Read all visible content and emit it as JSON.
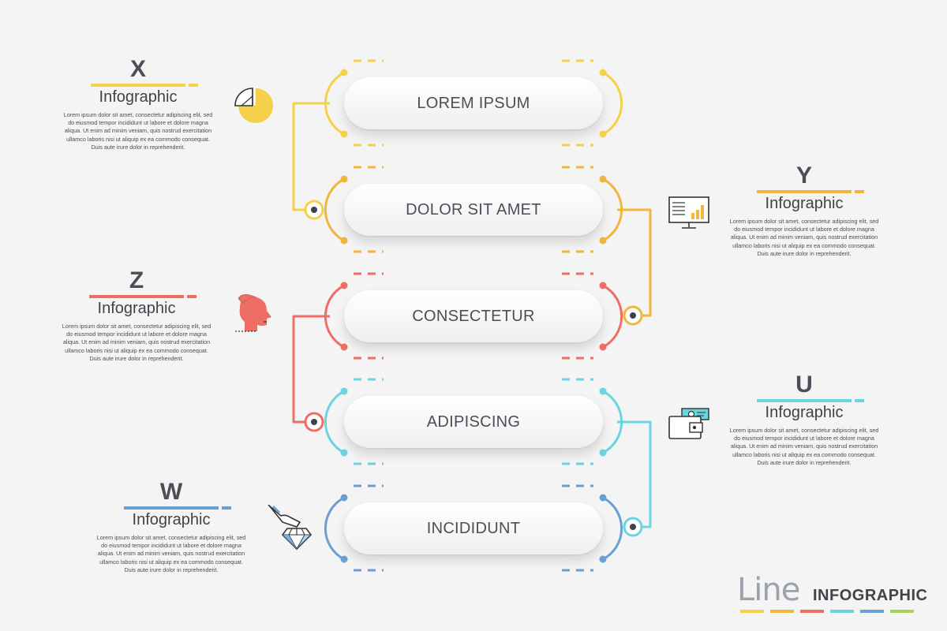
{
  "colors": {
    "yellow": "#f5d04a",
    "orange": "#f1b63d",
    "red": "#ee6e63",
    "cyan": "#6ad4df",
    "blue": "#6a9fd4",
    "text": "#4a4f57"
  },
  "steps": [
    {
      "label": "LOREM IPSUM",
      "color": "#f5d04a"
    },
    {
      "label": "DOLOR SIT AMET",
      "color": "#f1b63d"
    },
    {
      "label": "CONSECTETUR",
      "color": "#ee6e63"
    },
    {
      "label": "ADIPISCING",
      "color": "#6ad4df"
    },
    {
      "label": "INCIDIDUNT",
      "color": "#6a9fd4"
    }
  ],
  "blocks": {
    "x": {
      "letter": "X",
      "subtitle": "Infographic",
      "color": "#f5d04a",
      "icon": "pie-chart-icon",
      "lines": [
        "Lorem ipsum dolor sit amet, consectetur adipiscing elit, sed",
        "do eiusmod tempor incididunt ut labore et dolore magna",
        "aliqua. Ut enim ad minim veniam, quis nostrud exercitation",
        "ullamco laboris nisi ut aliquip ex ea commodo consequat.",
        "Duis aute irure dolor in reprehenderit."
      ]
    },
    "y": {
      "letter": "Y",
      "subtitle": "Infographic",
      "color": "#f1b63d",
      "icon": "monitor-chart-icon",
      "lines": [
        "Lorem ipsum dolor sit amet, consectetur adipiscing elit, sed",
        "do eiusmod tempor incididunt ut labore et dolore magna",
        "aliqua. Ut enim ad minim veniam, quis nostrud exercitation",
        "ullamco laboris nisi ut aliquip ex ea commodo consequat.",
        "Duis aute irure dolor in reprehenderit."
      ]
    },
    "z": {
      "letter": "Z",
      "subtitle": "Infographic",
      "color": "#ee6e63",
      "icon": "head-profile-icon",
      "lines": [
        "Lorem ipsum dolor sit amet, consectetur adipiscing elit, sed",
        "do eiusmod tempor incididunt ut labore et dolore magna",
        "aliqua. Ut enim ad minim veniam, quis nostrud exercitation",
        "ullamco laboris nisi ut aliquip ex ea commodo consequat.",
        "Duis aute irure dolor in reprehenderit."
      ]
    },
    "u": {
      "letter": "U",
      "subtitle": "Infographic",
      "color": "#6ad4df",
      "icon": "wallet-cash-icon",
      "lines": [
        "Lorem ipsum dolor sit amet, consectetur adipiscing elit, sed",
        "do eiusmod tempor incididunt ut labore et dolore magna",
        "aliqua. Ut enim ad minim veniam, quis nostrud exercitation",
        "ullamco laboris nisi ut aliquip ex ea commodo consequat.",
        "Duis aute irure dolor in reprehenderit."
      ]
    },
    "w": {
      "letter": "W",
      "subtitle": "Infographic",
      "color": "#6a9fd4",
      "icon": "hand-diamond-icon",
      "lines": [
        "Lorem ipsum dolor sit amet, consectetur adipiscing elit, sed",
        "do eiusmod tempor incididunt ut labore et dolore magna",
        "aliqua. Ut enim ad minim veniam, quis nostrud exercitation",
        "ullamco laboris nisi ut aliquip ex ea commodo consequat.",
        "Duis aute irure dolor in reprehenderit."
      ]
    }
  },
  "brand": {
    "line": "Line",
    "infographic": "INFOGRAPHIC",
    "stripe_colors": [
      "#f5d04a",
      "#f1b63d",
      "#ee6e63",
      "#6ad4df",
      "#6a9fd4",
      "#a6d45a"
    ]
  }
}
